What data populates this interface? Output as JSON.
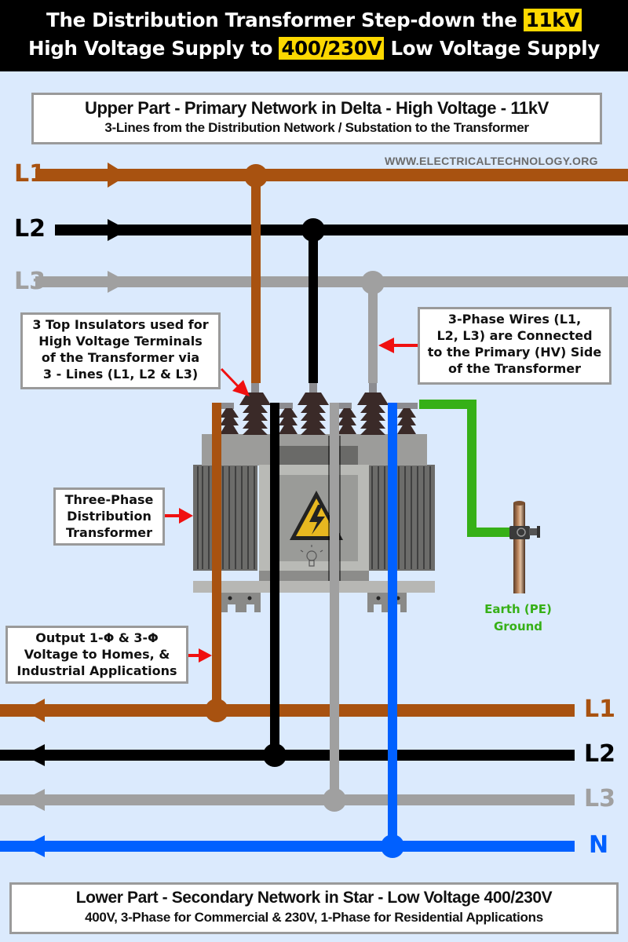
{
  "header": {
    "line1_text": "The Distribution Transformer Step-down the",
    "line1_highlight": "11kV",
    "line2_prefix": "High Voltage Supply to",
    "line2_highlight": "400/230V",
    "line2_suffix": "Low Voltage Supply"
  },
  "upper_box": {
    "title": "Upper Part - Primary Network in Delta - High Voltage - 11kV",
    "subtitle": "3-Lines from the Distribution Network / Substation to the Transformer"
  },
  "watermark": "WWW.ELECTRICALTECHNOLOGY.ORG",
  "primary_lines": [
    {
      "label": "L1",
      "color": "#a85210"
    },
    {
      "label": "L2",
      "color": "#000000"
    },
    {
      "label": "L3",
      "color": "#a0a0a0"
    }
  ],
  "secondary_lines": [
    {
      "label": "L1",
      "color": "#a85210"
    },
    {
      "label": "L2",
      "color": "#000000"
    },
    {
      "label": "L3",
      "color": "#a0a0a0"
    },
    {
      "label": "N",
      "color": "#0060ff"
    }
  ],
  "earth_color": "#36b017",
  "arrow_color": "#f01010",
  "callouts": {
    "insulators": [
      "3 Top Insulators used for",
      "High Voltage Terminals",
      "of the Transformer via",
      "3 - Lines (L1, L2 & L3)"
    ],
    "phase_wires": [
      "3-Phase Wires (L1,",
      "L2, L3) are Connected",
      "to the Primary (HV) Side",
      "of the Transformer"
    ],
    "transformer": [
      "Three-Phase",
      "Distribution",
      "Transformer"
    ],
    "output": [
      "Output 1-Φ & 3-Φ",
      "Voltage to Homes, &",
      "Industrial Applications"
    ]
  },
  "earth": {
    "line1": "Earth (PE)",
    "line2": "Ground"
  },
  "lower_box": {
    "title": "Lower Part - Secondary Network in Star - Low Voltage 400/230V",
    "subtitle": "400V, 3-Phase for Commercial & 230V, 1-Phase for Residential Applications"
  }
}
